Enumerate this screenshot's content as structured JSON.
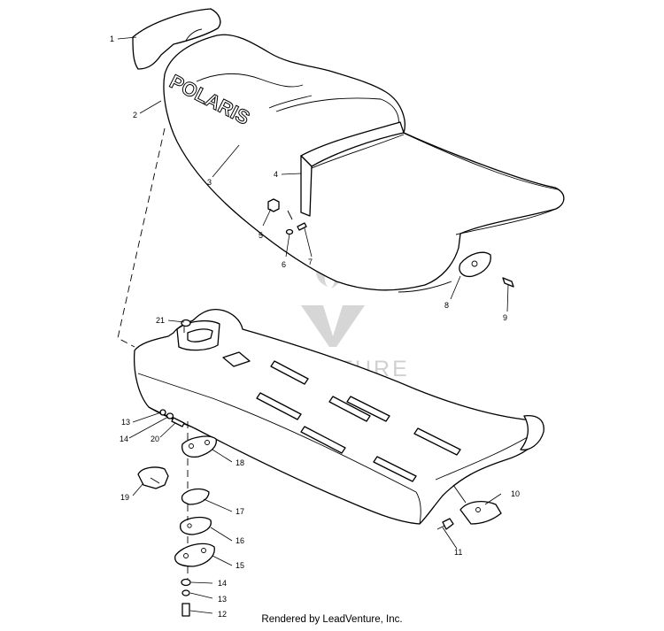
{
  "diagram": {
    "callouts": [
      "1",
      "2",
      "3",
      "4",
      "5",
      "6",
      "7",
      "8",
      "9",
      "10",
      "11",
      "12",
      "13",
      "13",
      "14",
      "14",
      "15",
      "16",
      "17",
      "18",
      "19",
      "20",
      "21"
    ],
    "seat_brand_text": "POLARIS",
    "watermark_text": "LEADVENTURE"
  },
  "footer": {
    "text": "Rendered by LeadVenture, Inc."
  }
}
